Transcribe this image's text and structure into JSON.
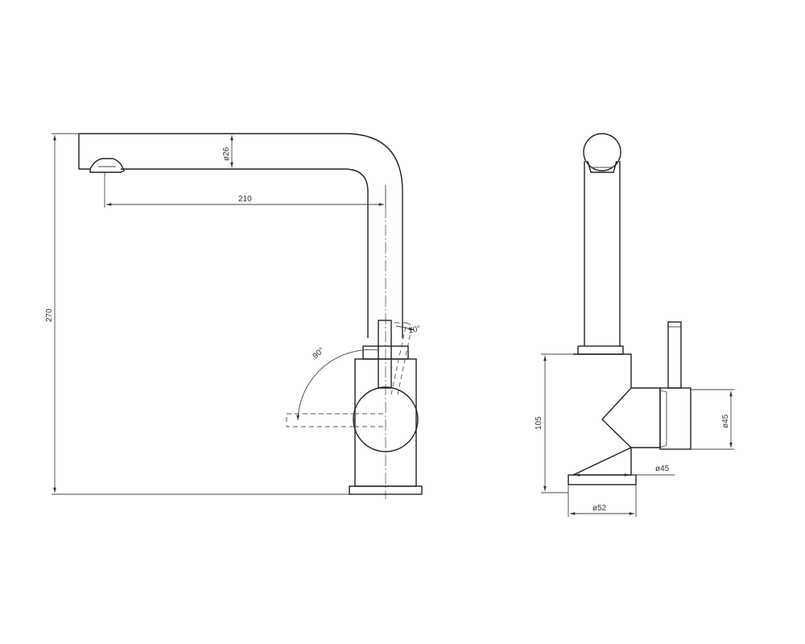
{
  "dimensions": {
    "total_height": "270",
    "spout_reach": "210",
    "spout_diameter": "ø26",
    "handle_rotation": "90°",
    "handle_tilt": "10°",
    "body_height": "105",
    "handle_diameter": "ø45",
    "body_diameter": "ø45",
    "base_diameter": "ø52"
  },
  "colors": {
    "line": "#222222",
    "background": "#ffffff"
  }
}
